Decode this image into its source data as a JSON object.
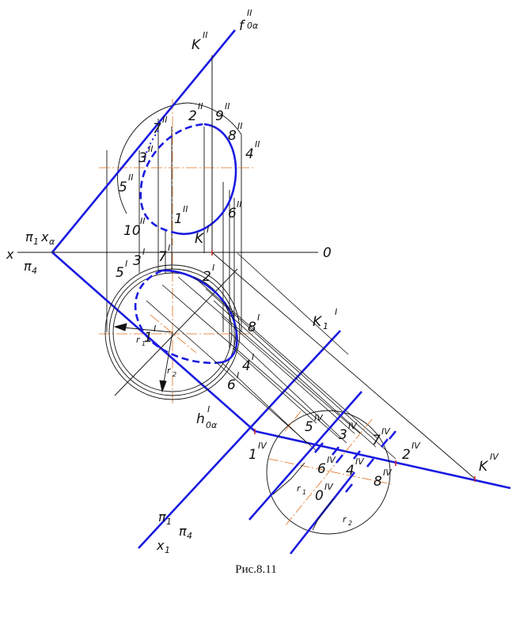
{
  "caption": "Рис.8.11",
  "colors": {
    "blue": "#1a1ae0",
    "orange": "#e07020",
    "black": "#111111"
  },
  "labels": {
    "f2": "f",
    "f2_sub": "0α",
    "f2_sup": "II",
    "K2": "K",
    "K2_sup": "II",
    "p2": "2",
    "p2_sup": "II",
    "p9": "9",
    "p9_sup": "II",
    "p7": "7",
    "p7_sup": "II",
    "p8": "8",
    "p8_sup": "II",
    "p3": "3",
    "p3_sup": "II",
    "p4": "4",
    "p4_sup": "II",
    "p5": "5",
    "p5_sup": "II",
    "p1": "1",
    "p1_sup": "II",
    "p6": "6",
    "p6_sup": "II",
    "p10": "10",
    "p10_sup": "II",
    "K1p": "K",
    "K1p_sup": "I",
    "x": "x",
    "pi1": "π",
    "pi1_sub": "1",
    "xa": "x",
    "xa_sub": "α",
    "pi4": "π",
    "pi4_sub": "4",
    "O": "0",
    "q5": "5",
    "q5_sup": "I",
    "q3": "3",
    "q3_sup": "I",
    "q7": "7",
    "q7_sup": "I",
    "q2": "2",
    "q2_sup": "I",
    "q1": "1",
    "q1_sup": "I",
    "q8": "8",
    "q8_sup": "I",
    "q4": "4",
    "q4_sup": "I",
    "q6": "6",
    "q6_sup": "I",
    "r1": "r",
    "r1_sub": "1",
    "r2": "r",
    "r2_sub": "2",
    "h1": "h",
    "h1_sub": "0α",
    "h1_sup": "I",
    "K1": "K",
    "K1_sub": "1",
    "K1_sup": "I",
    "s5": "5",
    "s5_sup": "IV",
    "s3": "3",
    "s3_sup": "IV",
    "s7": "7",
    "s7_sup": "IV",
    "s1": "1",
    "s1_sup": "IV",
    "s6": "6",
    "s6_sup": "IV",
    "s4": "4",
    "s4_sup": "IV",
    "s2": "2",
    "s2_sup": "IV",
    "s8": "8",
    "s8_sup": "IV",
    "s0": "0",
    "s0_sup": "IV",
    "KIV": "K",
    "KIV_sup": "IV",
    "r1b": "r",
    "r1b_sub": "1",
    "r2b": "r",
    "r2b_sub": "2",
    "pi1b": "π",
    "pi1b_sub": "1",
    "pi4b": "π",
    "pi4b_sub": "4",
    "x1": "x",
    "x1_sub": "1"
  }
}
